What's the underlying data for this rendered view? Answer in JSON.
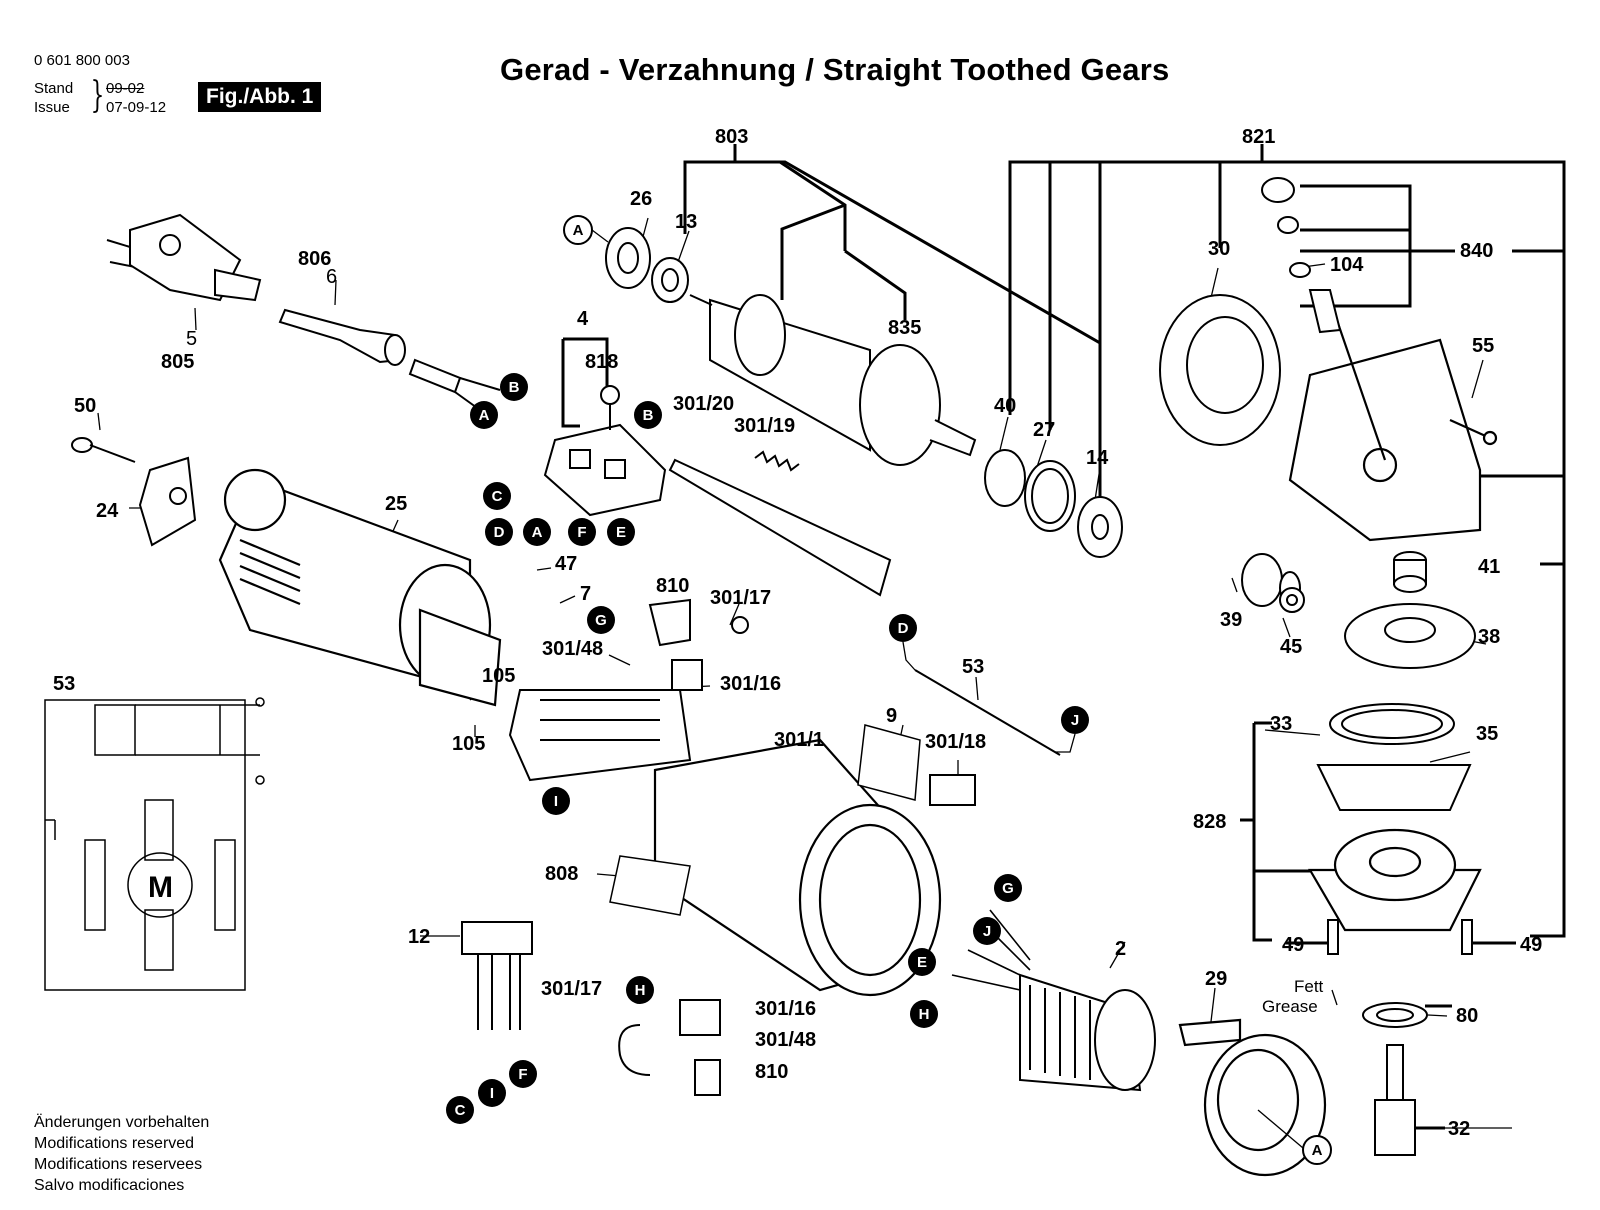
{
  "header": {
    "doc_number": "0 601 800 003",
    "stand_label": "Stand",
    "issue_label": "Issue",
    "stand_value": "09-02",
    "issue_value": "07-09-12",
    "figure_label": "Fig./Abb. 1",
    "title": "Gerad - Verzahnung / Straight Toothed Gears"
  },
  "footer_notes": [
    "Änderungen vorbehalten",
    "Modifications reserved",
    "Modifications reservees",
    "Salvo modificaciones"
  ],
  "part_labels": [
    {
      "id": "803",
      "text": "803"
    },
    {
      "id": "821",
      "text": "821"
    },
    {
      "id": "26",
      "text": "26"
    },
    {
      "id": "13",
      "text": "13"
    },
    {
      "id": "806",
      "text": "806"
    },
    {
      "id": "6",
      "text": "6"
    },
    {
      "id": "5",
      "text": "5"
    },
    {
      "id": "805",
      "text": "805"
    },
    {
      "id": "4",
      "text": "4"
    },
    {
      "id": "818",
      "text": "818"
    },
    {
      "id": "835",
      "text": "835"
    },
    {
      "id": "30",
      "text": "30"
    },
    {
      "id": "840",
      "text": "840"
    },
    {
      "id": "104",
      "text": "104"
    },
    {
      "id": "55",
      "text": "55"
    },
    {
      "id": "50",
      "text": "50"
    },
    {
      "id": "301/20",
      "text": "301/20"
    },
    {
      "id": "301/19",
      "text": "301/19"
    },
    {
      "id": "40",
      "text": "40"
    },
    {
      "id": "27",
      "text": "27"
    },
    {
      "id": "14",
      "text": "14"
    },
    {
      "id": "24",
      "text": "24"
    },
    {
      "id": "25",
      "text": "25"
    },
    {
      "id": "47",
      "text": "47"
    },
    {
      "id": "7",
      "text": "7"
    },
    {
      "id": "810a",
      "text": "810"
    },
    {
      "id": "301/17a",
      "text": "301/17"
    },
    {
      "id": "41",
      "text": "41"
    },
    {
      "id": "39",
      "text": "39"
    },
    {
      "id": "45",
      "text": "45"
    },
    {
      "id": "38",
      "text": "38"
    },
    {
      "id": "301/48a",
      "text": "301/48"
    },
    {
      "id": "301/16a",
      "text": "301/16"
    },
    {
      "id": "53a",
      "text": "53"
    },
    {
      "id": "53b",
      "text": "53"
    },
    {
      "id": "105a",
      "text": "105"
    },
    {
      "id": "105b",
      "text": "105"
    },
    {
      "id": "9",
      "text": "9"
    },
    {
      "id": "301/1",
      "text": "301/1"
    },
    {
      "id": "301/18",
      "text": "301/18"
    },
    {
      "id": "33",
      "text": "33"
    },
    {
      "id": "35",
      "text": "35"
    },
    {
      "id": "828",
      "text": "828"
    },
    {
      "id": "808",
      "text": "808"
    },
    {
      "id": "12",
      "text": "12"
    },
    {
      "id": "2",
      "text": "2"
    },
    {
      "id": "49a",
      "text": "49"
    },
    {
      "id": "49b",
      "text": "49"
    },
    {
      "id": "301/17b",
      "text": "301/17"
    },
    {
      "id": "301/16b",
      "text": "301/16"
    },
    {
      "id": "29",
      "text": "29"
    },
    {
      "id": "301/48b",
      "text": "301/48"
    },
    {
      "id": "80",
      "text": "80"
    },
    {
      "id": "810b",
      "text": "810"
    },
    {
      "id": "32",
      "text": "32"
    }
  ],
  "fett_label": "Fett",
  "grease_label": "Grease",
  "motor_symbol": "M",
  "callouts_filled": [
    {
      "id": "B1",
      "text": "B"
    },
    {
      "id": "A1",
      "text": "A"
    },
    {
      "id": "B2",
      "text": "B"
    },
    {
      "id": "C1",
      "text": "C"
    },
    {
      "id": "D1",
      "text": "D"
    },
    {
      "id": "A2",
      "text": "A"
    },
    {
      "id": "F1",
      "text": "F"
    },
    {
      "id": "E1",
      "text": "E"
    },
    {
      "id": "G1",
      "text": "G"
    },
    {
      "id": "D2",
      "text": "D"
    },
    {
      "id": "J1",
      "text": "J"
    },
    {
      "id": "I1",
      "text": "I"
    },
    {
      "id": "G2",
      "text": "G"
    },
    {
      "id": "J2",
      "text": "J"
    },
    {
      "id": "E2",
      "text": "E"
    },
    {
      "id": "H1",
      "text": "H"
    },
    {
      "id": "H2",
      "text": "H"
    },
    {
      "id": "C2",
      "text": "C"
    },
    {
      "id": "I2",
      "text": "I"
    },
    {
      "id": "F2",
      "text": "F"
    }
  ],
  "callouts_open": [
    {
      "id": "A3",
      "text": "A"
    },
    {
      "id": "A4",
      "text": "A"
    }
  ]
}
